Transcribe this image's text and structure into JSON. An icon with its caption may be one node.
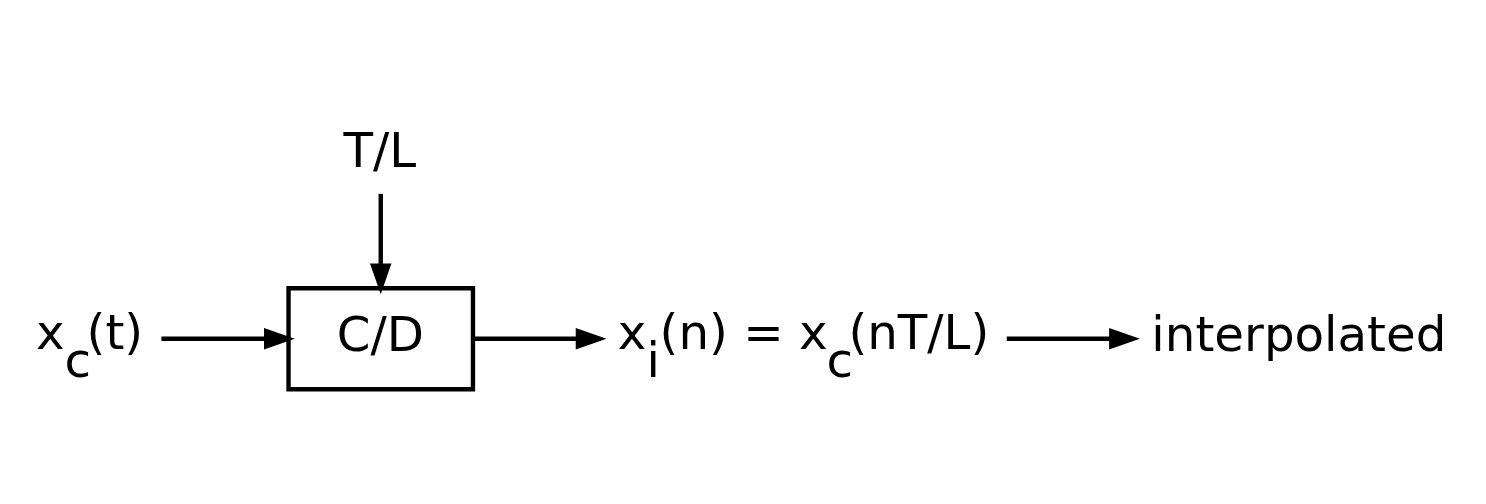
{
  "diagram": {
    "nodes": [
      {
        "text": [
          "x$_{c}$(t)"
        ]
      },
      {
        "text": [
          "C/D"
        ]
      },
      {
        "text": [
          "x$_{i}$(n) = x$_{c}$(nT/L)"
        ]
      },
      {
        "text": [
          "T/L"
        ]
      },
      {
        "text": [
          "interpolated"
        ]
      }
    ],
    "edges": [
      {
        "from": 0,
        "to": 1,
        "arrow": "to"
      },
      {
        "from": 1,
        "to": 2,
        "arrow": "to"
      },
      {
        "from": 3,
        "to": 1,
        "arrow": "to"
      },
      {
        "from": 2,
        "to": 4,
        "arrow": "to"
      }
    ]
  }
}
